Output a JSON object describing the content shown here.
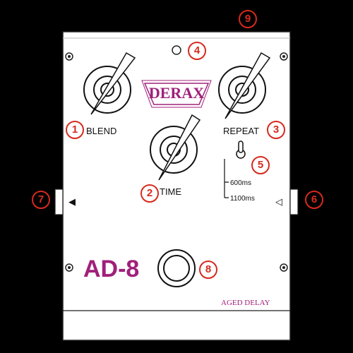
{
  "pedal": {
    "brand": "DERAX",
    "model": "AD-8",
    "subtitle": "AGED DELAY",
    "controls": {
      "blend": "BLEND",
      "time": "TIME",
      "repeat": "REPEAT"
    },
    "switch_options": [
      "600ms",
      "1100ms"
    ],
    "input_arrow": "◁",
    "output_arrow": "◀"
  },
  "callouts": [
    "1",
    "2",
    "3",
    "4",
    "5",
    "6",
    "7",
    "8",
    "9"
  ],
  "colors": {
    "background": "#000000",
    "panel": "#ffffff",
    "callout": "#d62a1e",
    "brand": "#a0207a"
  }
}
